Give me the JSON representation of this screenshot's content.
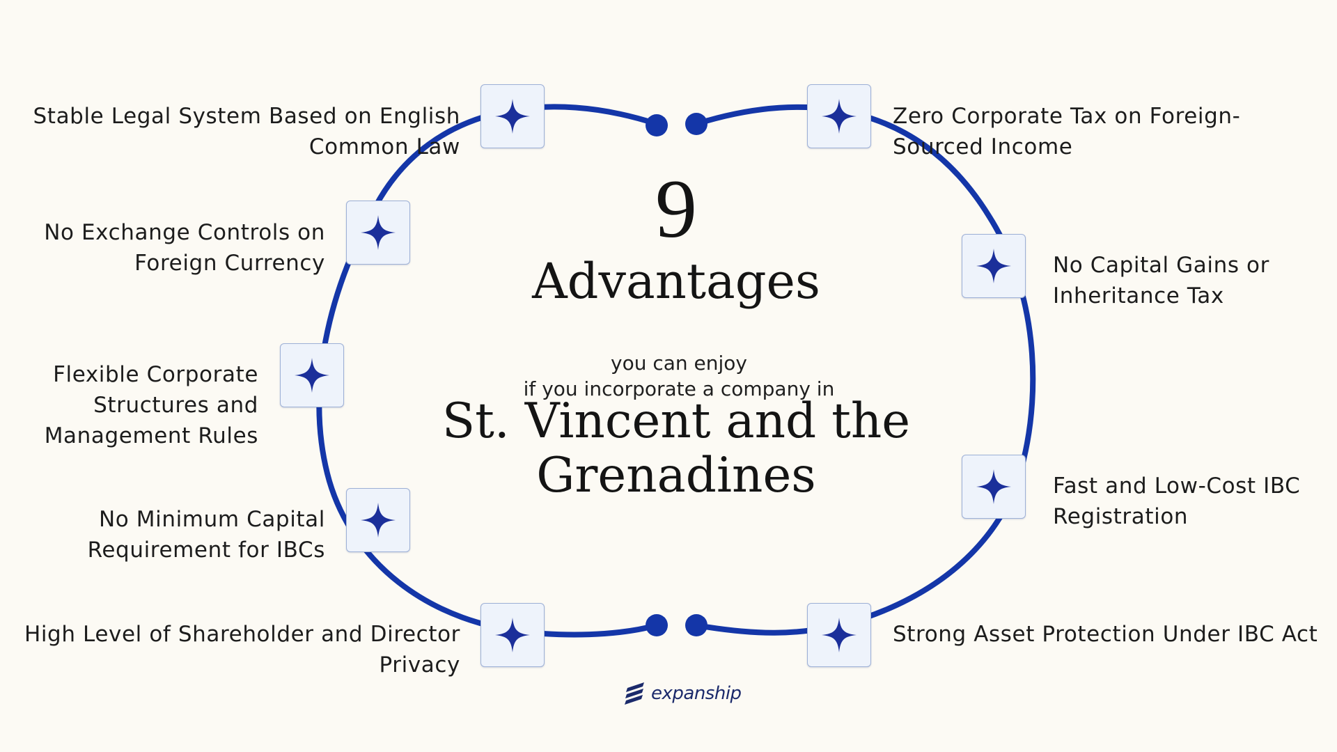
{
  "diagram": {
    "count": "9",
    "count_word": "Advantages",
    "subtitle_lines": [
      "you can enjoy",
      "if you incorporate a company in"
    ],
    "country_lines": [
      "St. Vincent and the",
      "Grenadines"
    ],
    "advantages": [
      {
        "lines": [
          "Zero Corporate Tax on Foreign-",
          "Sourced Income"
        ]
      },
      {
        "lines": [
          "No Capital Gains or",
          "Inheritance Tax"
        ]
      },
      {
        "lines": [
          "Fast and Low-Cost IBC",
          "Registration"
        ]
      },
      {
        "lines": [
          "Strong Asset Protection Under IBC Act"
        ]
      },
      {
        "lines": [
          "High Level of Shareholder and Director",
          "Privacy"
        ]
      },
      {
        "lines": [
          "No Minimum Capital",
          "Requirement for IBCs"
        ]
      },
      {
        "lines": [
          "Flexible Corporate",
          "Structures and",
          "Management Rules"
        ]
      },
      {
        "lines": [
          "No Exchange Controls on",
          "Foreign Currency"
        ]
      },
      {
        "lines": [
          "Stable Legal System Based on English",
          "Common Law"
        ]
      }
    ],
    "node_icon": "four-point-star-icon"
  },
  "brand": {
    "name": "expanship",
    "logo_icon": "stacked-sails-logo-icon"
  },
  "colors": {
    "background": "#fcfaf4",
    "ring": "#1436a8",
    "star": "#1b2f9a",
    "node_fill": "#eef3fb",
    "node_border": "#9db0d6",
    "text": "#1c1c1c"
  }
}
